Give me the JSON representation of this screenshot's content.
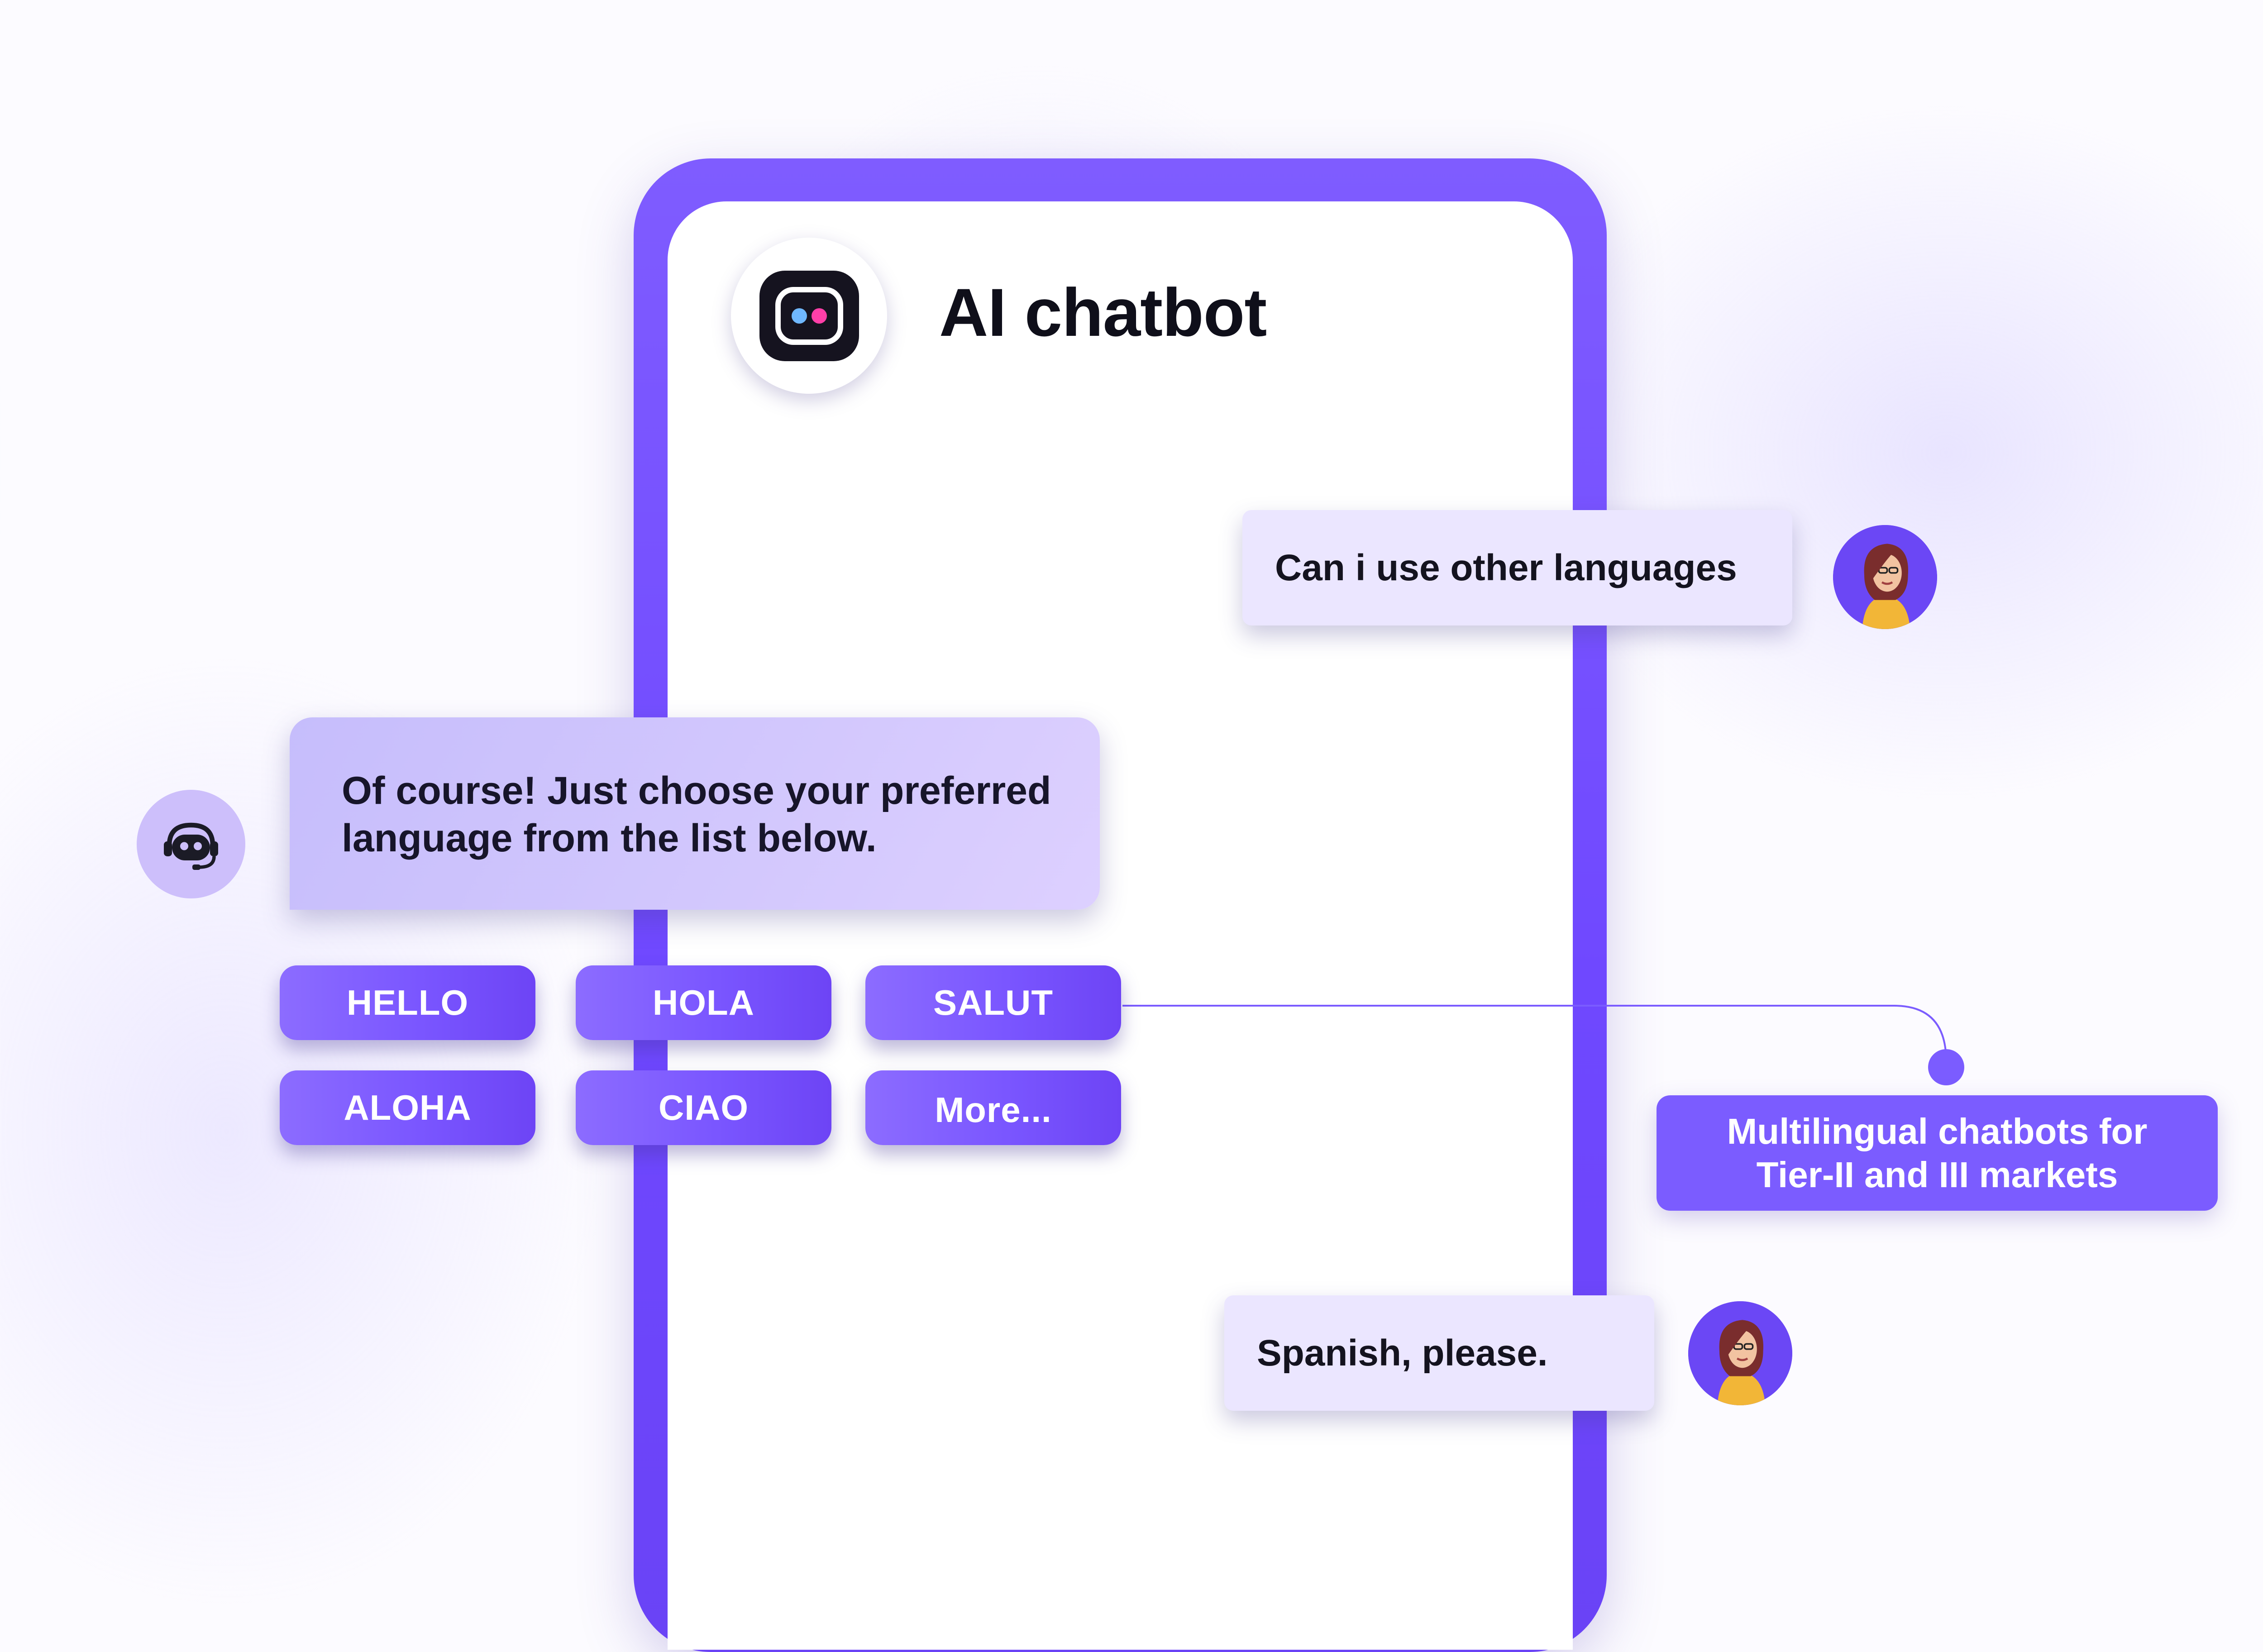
{
  "header": {
    "title": "AI chatbot",
    "logo_icon": "ai-chatbot-logo-icon"
  },
  "conversation": {
    "user_message_1": "Can i use other languages",
    "bot_reply_line1": "Of course! Just choose your preferred",
    "bot_reply_line2": "language from the list below.",
    "user_message_2": "Spanish, please."
  },
  "language_options": [
    {
      "label": "HELLO"
    },
    {
      "label": "HOLA"
    },
    {
      "label": "SALUT"
    },
    {
      "label": "ALOHA"
    },
    {
      "label": "CIAO"
    },
    {
      "label": "More..."
    }
  ],
  "callout": {
    "line1": "Multilingual chatbots for",
    "line2": "Tier-II and III markets"
  },
  "icons": {
    "user_avatar": "woman-avatar-icon",
    "bot_avatar": "robot-headset-icon"
  },
  "colors": {
    "accent": "#7350ff",
    "button": "#7a56ff",
    "user_bubble": "#ebe6ff",
    "bot_bubble": "#cfc5fd",
    "text_dark": "#14131f"
  }
}
